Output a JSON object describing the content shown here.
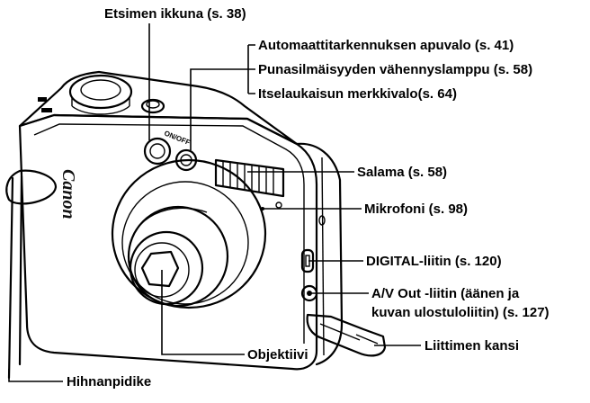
{
  "diagram": {
    "brand": "Canon",
    "labels": {
      "viewfinder": "Etsimen ikkuna (s. 38)",
      "af_assist": "Automaattitarkennuksen apuvalo (s. 41)",
      "red_eye": "Punasilmäisyyden vähennyslamppu (s. 58)",
      "self_timer": "Itselaukaisun merkkivalo(s. 64)",
      "flash": "Salama (s. 58)",
      "microphone": "Mikrofoni (s. 98)",
      "digital": "DIGITAL-liitin (s. 120)",
      "av_out_line1": "A/V Out -liitin (äänen ja",
      "av_out_line2": "kuvan ulostuloliitin) (s. 127)",
      "terminal_cover": "Liittimen kansi",
      "lens": "Objektiivi",
      "strap_mount": "Hihnanpidike"
    }
  }
}
